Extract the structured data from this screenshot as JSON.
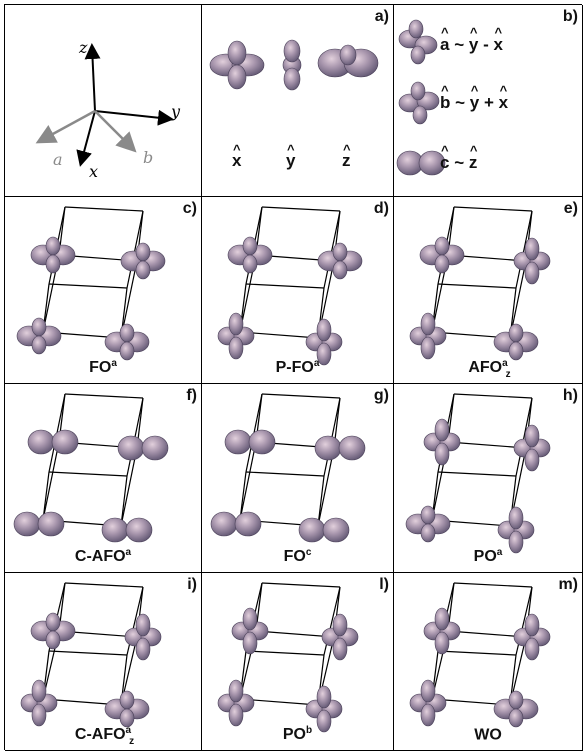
{
  "panel_labels": [
    "a)",
    "b)",
    "c)",
    "d)",
    "e)",
    "f)",
    "g)",
    "h)",
    "i)",
    "l)",
    "m)"
  ],
  "axes": {
    "z": "z",
    "y": "y",
    "x": "x",
    "a": "a",
    "b": "b"
  },
  "orbital_labels": {
    "x": "x",
    "y": "y",
    "z": "z"
  },
  "relations": [
    {
      "lhs": "a",
      "op": "~",
      "rhs1": "y",
      "sign": "-",
      "rhs2": "x"
    },
    {
      "lhs": "b",
      "op": "~",
      "rhs1": "y",
      "sign": "+",
      "rhs2": "x"
    },
    {
      "lhs": "c",
      "op": "~",
      "rhs1": "z",
      "sign": "",
      "rhs2": ""
    }
  ],
  "phases": [
    {
      "base": "FO",
      "sup": "a",
      "sub": ""
    },
    {
      "base": "P-FO",
      "sup": "a",
      "sub": ""
    },
    {
      "base": "AFO",
      "sup": "a",
      "sub": "z"
    },
    {
      "base": "C-AFO",
      "sup": "a",
      "sub": ""
    },
    {
      "base": "FO",
      "sup": "c",
      "sub": ""
    },
    {
      "base": "PO",
      "sup": "a",
      "sub": ""
    },
    {
      "base": "C-AFO",
      "sup": "a",
      "sub": "z"
    },
    {
      "base": "PO",
      "sup": "b",
      "sub": ""
    },
    {
      "base": "WO",
      "sup": "",
      "sub": ""
    }
  ],
  "colors": {
    "lobe": "#8a7d96",
    "lobe_light": "#c9b4c4",
    "axis_gray": "#8a8a8a",
    "line": "#000000"
  }
}
